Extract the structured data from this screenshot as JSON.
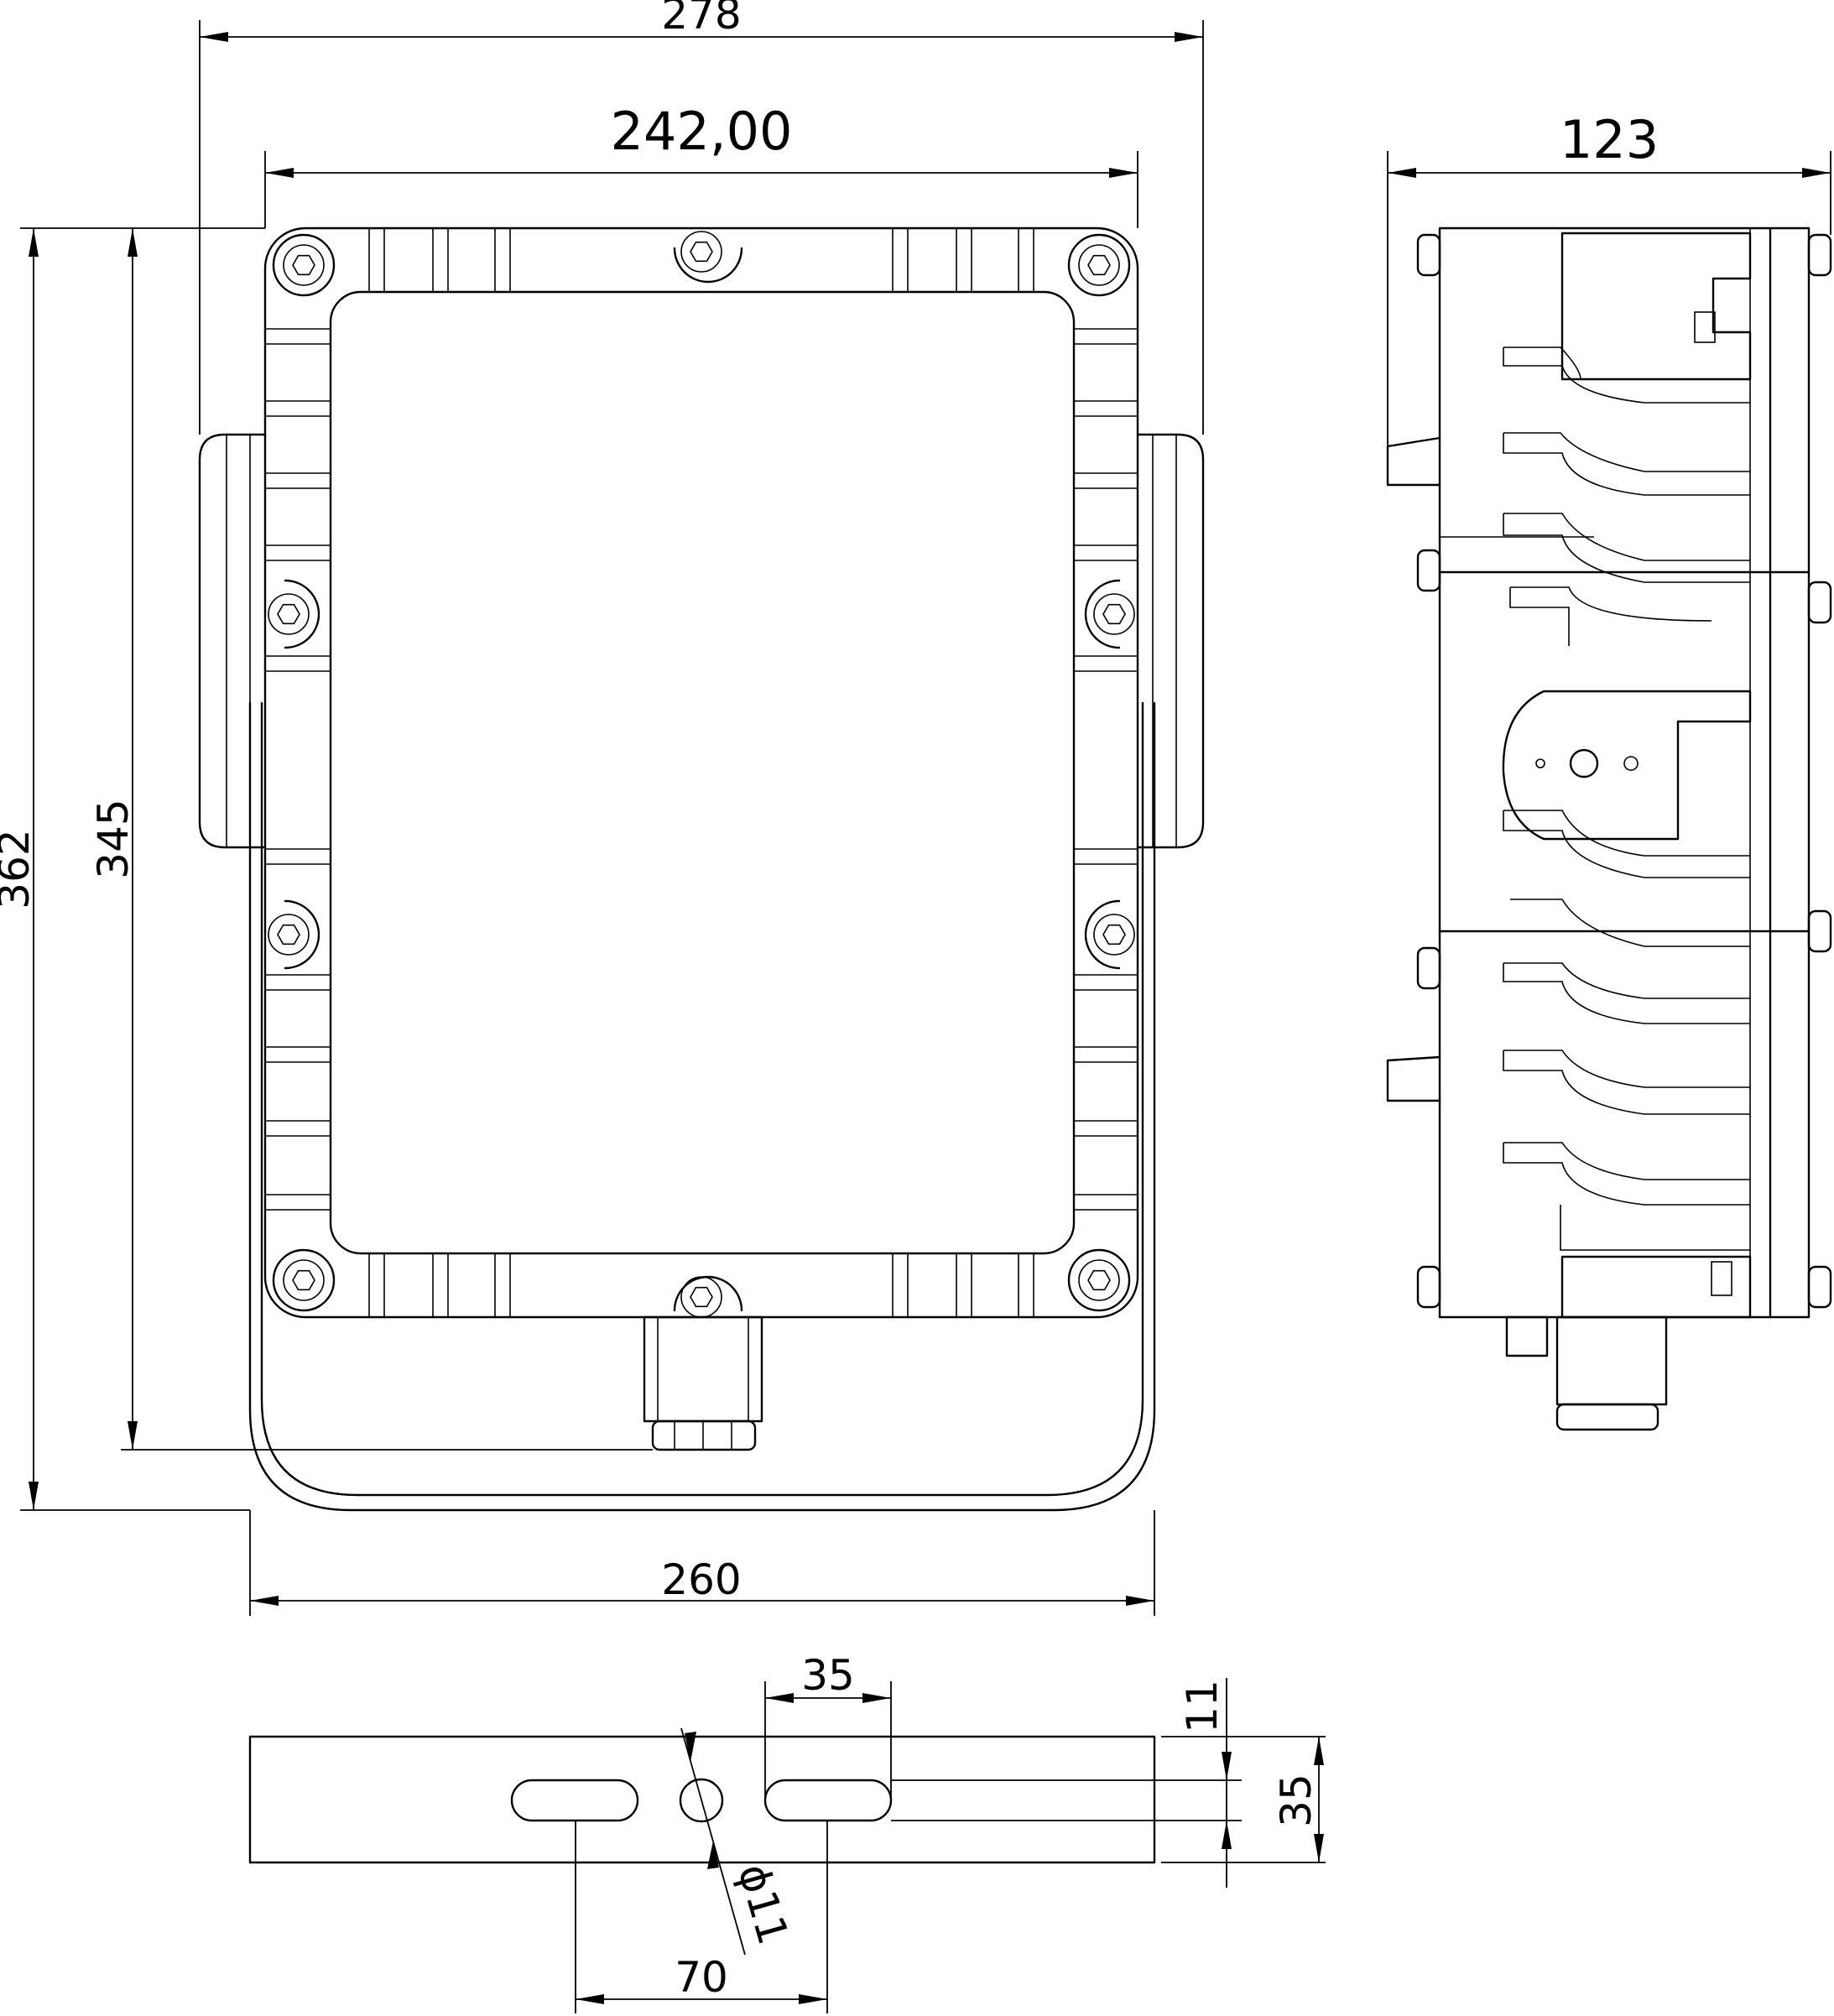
{
  "dimensions": {
    "overall_width": "278",
    "frame_width": "242,00",
    "depth": "123",
    "overall_height": "362",
    "frame_height": "345",
    "bracket_width": "260",
    "slot_length": "35",
    "bracket_hole_spacing": "70",
    "hole_diameter": "ϕ11",
    "bracket_height": "35",
    "slot_offset": "11"
  }
}
